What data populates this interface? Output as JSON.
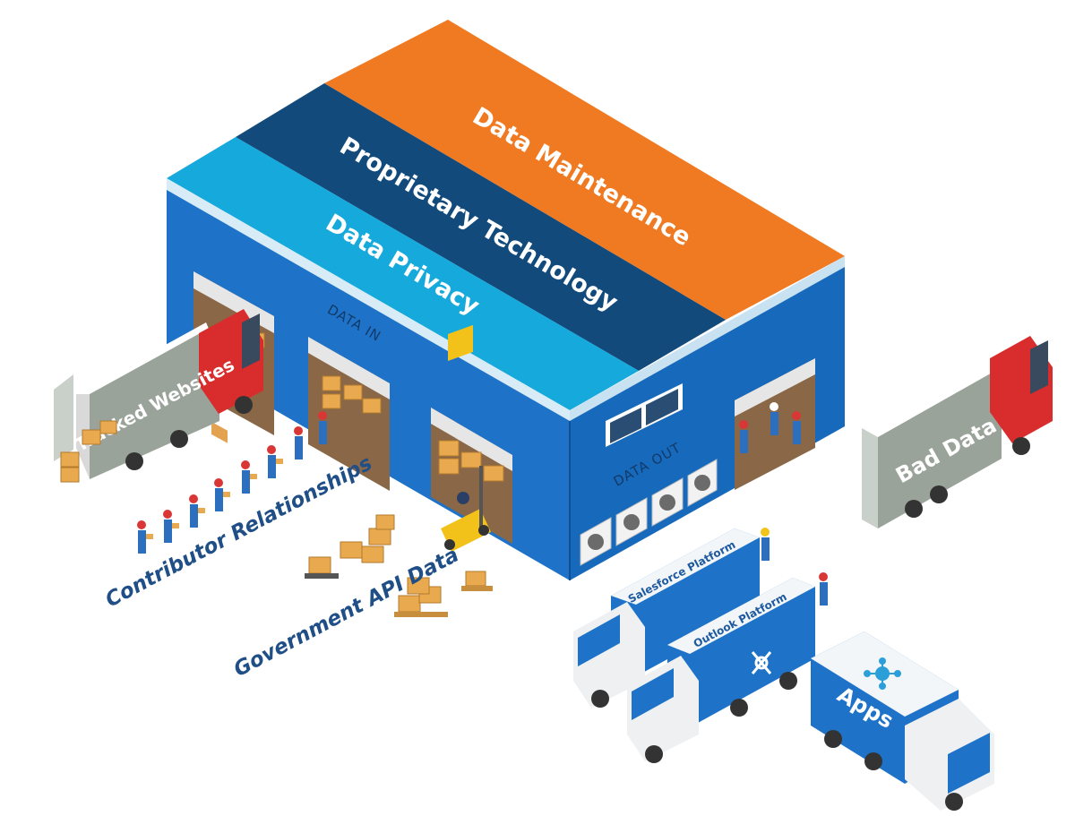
{
  "roof": {
    "band1": "Data Maintenance",
    "band2": "Proprietary Technology",
    "band3": "Data Privacy"
  },
  "wall": {
    "data_in": "DATA IN",
    "data_out": "DATA OUT"
  },
  "inputs": {
    "truck": "Tracked Websites",
    "workers": "Contributor Relationships",
    "pallets": "Government API Data"
  },
  "outputs": {
    "reject_truck": "Bad Data",
    "truck1": "Salesforce Platform",
    "truck2": "Outlook Platform",
    "truck3": "Apps"
  },
  "colors": {
    "orange": "#f07a22",
    "navy": "#124a7c",
    "cyan": "#16a9dc",
    "wall": "#1e73c8",
    "truck_red": "#d92d2d"
  }
}
